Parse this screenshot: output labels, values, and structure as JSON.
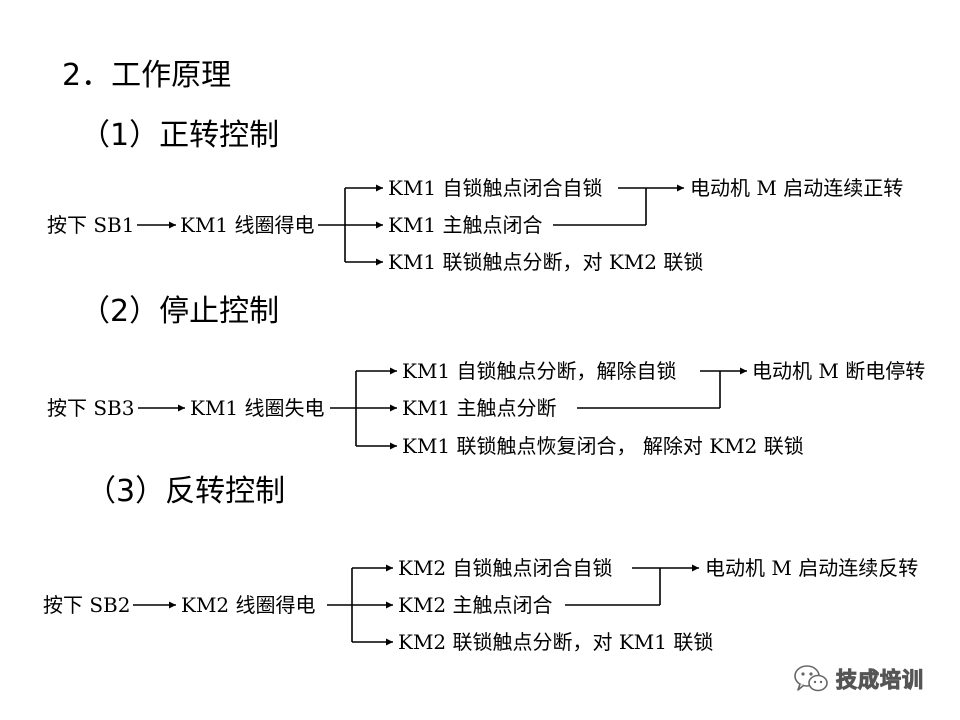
{
  "section_title": "2．工作原理",
  "blocks": [
    {
      "title": "（1）正转控制",
      "trigger": "按下 SB1",
      "coil": "KM1 线圈得电",
      "branches": [
        "KM1 自锁触点闭合自锁",
        "KM1 主触点闭合",
        "KM1 联锁触点分断，对 KM2 联锁"
      ],
      "result": "电动机 M 启动连续正转"
    },
    {
      "title": "（2）停止控制",
      "trigger": "按下 SB3",
      "coil": "KM1 线圈失电",
      "branches": [
        "KM1 自锁触点分断，解除自锁",
        "KM1 主触点分断",
        "KM1 联锁触点恢复闭合， 解除对 KM2 联锁"
      ],
      "result": "电动机 M 断电停转"
    },
    {
      "title": "（3）反转控制",
      "trigger": "按下 SB2",
      "coil": "KM2 线圈得电",
      "branches": [
        "KM2 自锁触点闭合自锁",
        "KM2 主触点闭合",
        "KM2 联锁触点分断，对 KM1 联锁"
      ],
      "result": "电动机 M 启动连续反转"
    }
  ],
  "watermark": {
    "text": "技成培训",
    "icon": "wechat-icon"
  }
}
